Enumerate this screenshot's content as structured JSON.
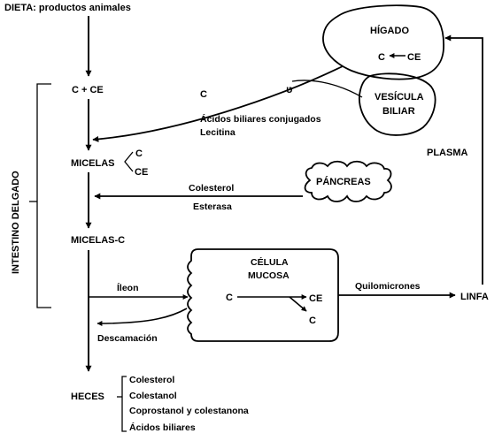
{
  "diet_label": "DIETA: productos animales",
  "c_plus_ce": "C + CE",
  "intestine_label": "INTESTINO DELGADO",
  "micelas_label": "MICELAS",
  "micelas_c_upper": "C",
  "micelas_ce_lower": "CE",
  "micelas_c_label": "MICELAS-C",
  "liver": {
    "title": "HÍGADO",
    "c": "C",
    "ce": "CE"
  },
  "gallbladder": {
    "line1": "VESÍCULA",
    "line2": "BILIAR"
  },
  "bile_c": "C",
  "bile_symbol": "ט",
  "bile_acids": "Ácidos biliares conjugados",
  "lecithin": "Lecitina",
  "plasma": "PLASMA",
  "pancreas": "PÁNCREAS",
  "colesterol_esterasa": {
    "line1": "Colesterol",
    "line2": "Esterasa"
  },
  "mucosa": {
    "line1": "CÉLULA",
    "line2": "MUCOSA",
    "c_left": "C",
    "ce": "CE",
    "c_out": "C"
  },
  "ileon": "Íleon",
  "descamacion": "Descamación",
  "quilomicrones": "Quilomicrones",
  "linfa": "LINFA",
  "heces": "HECES",
  "heces_items": [
    "Colesterol",
    "Colestanol",
    "Coprostanol y colestanona",
    "Ácidos biliares"
  ]
}
